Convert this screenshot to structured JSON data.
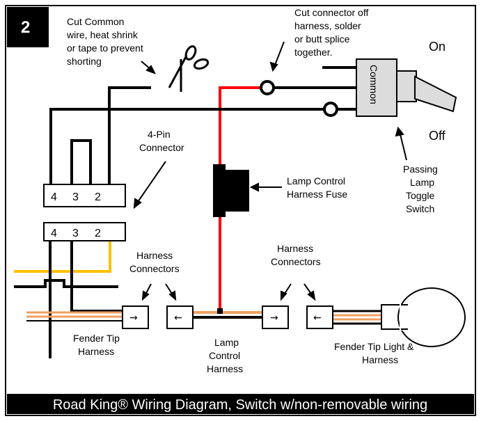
{
  "figure_number": "2",
  "labels": {
    "cut_common": [
      "Cut Common",
      "wire, heat shrink",
      "or tape to prevent",
      "shorting"
    ],
    "cut_connector": [
      "Cut connector off",
      "harness, solder",
      "or butt splice",
      "together."
    ],
    "on": "On",
    "off": "Off",
    "common": "Common",
    "four_pin": [
      "4-Pin",
      "Connector"
    ],
    "lamp_fuse": [
      "Lamp Control",
      "Harness Fuse"
    ],
    "passing_switch": [
      "Passing",
      "Lamp",
      "Toggle",
      "Switch"
    ],
    "harness_connectors_left": [
      "Harness",
      "Connectors"
    ],
    "harness_connectors_right": [
      "Harness",
      "Connectors"
    ],
    "fender_tip_harness": [
      "Fender Tip",
      "Harness"
    ],
    "lamp_control_harness": [
      "Lamp",
      "Control",
      "Harness"
    ],
    "fender_tip_light": [
      "Fender Tip Light &",
      "Harness"
    ]
  },
  "connector_pins": {
    "upper": [
      "4",
      "3",
      "2"
    ],
    "lower": [
      "4",
      "3",
      "2"
    ]
  },
  "arrows": {
    "right": "→",
    "left": "←"
  },
  "footer": "Road King® Wiring Diagram, Switch w/non-removable wiring",
  "colors": {
    "wire_black": "#000000",
    "wire_red": "#ff0000",
    "wire_orange": "#f0a060",
    "wire_yellow": "#ffc000",
    "footer_bg": "#000000",
    "bulb_fill": "#ffffff"
  }
}
